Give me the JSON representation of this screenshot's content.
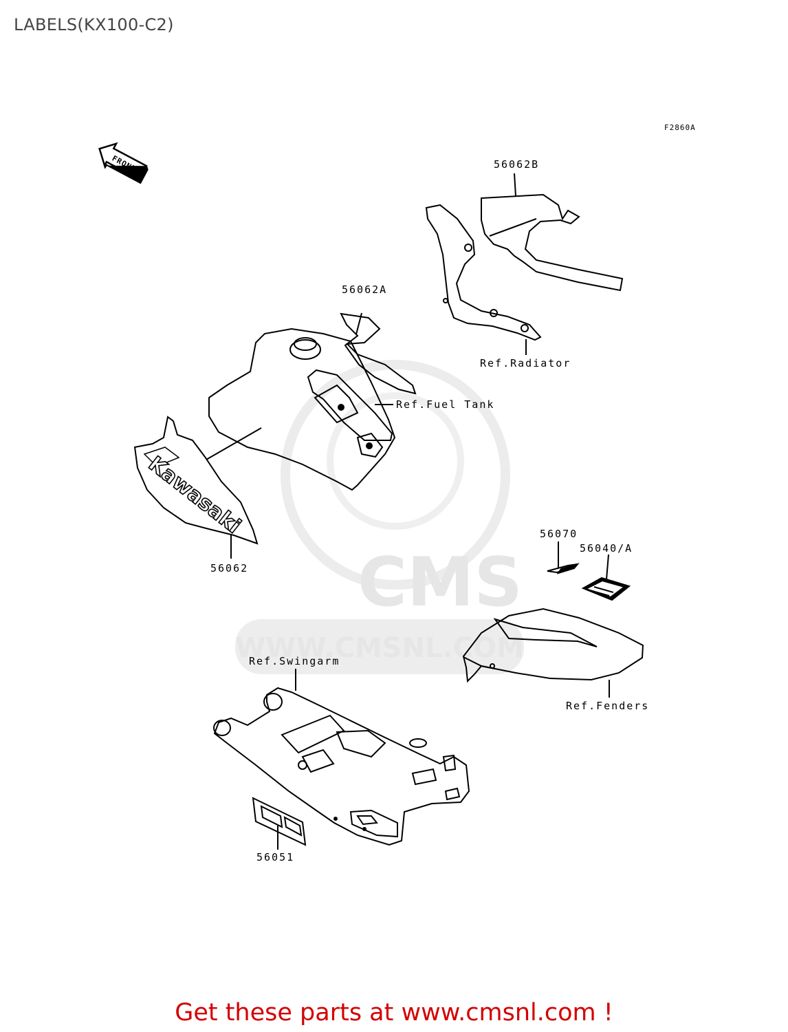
{
  "title": "LABELS(KX100-C2)",
  "figure_code": "F2860A",
  "front_arrow": "FRONT",
  "watermark": {
    "logo_text": "CMS",
    "url_text": "WWW.CMSNL.COM"
  },
  "brand_decal_text": "Kawasaki",
  "part_labels": {
    "p56062B": "56062B",
    "p56062A": "56062A",
    "p56062": "56062",
    "p56070": "56070",
    "p56040A": "56040/A",
    "p56051": "56051"
  },
  "ref_labels": {
    "radiator": "Ref.Radiator",
    "fuel_tank": "Ref.Fuel Tank",
    "swingarm": "Ref.Swingarm",
    "fenders": "Ref.Fenders"
  },
  "footer_text": "Get these parts at www.cmsnl.com !"
}
